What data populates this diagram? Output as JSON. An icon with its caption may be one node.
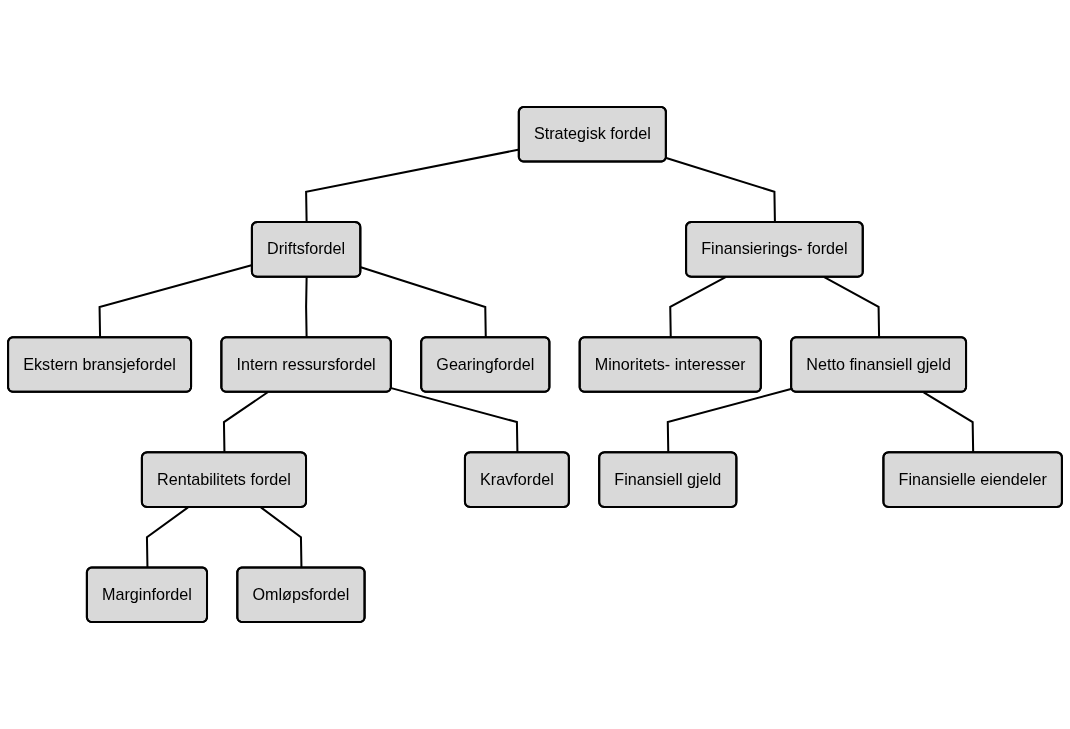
{
  "diagram": {
    "nodes": [
      {
        "text": [
          "Strategisk fordel"
        ]
      },
      {
        "text": [
          "Driftsfordel"
        ]
      },
      {
        "text": [
          "Finansierings- fordel"
        ]
      },
      {
        "text": [
          "Ekstern bransjefordel"
        ]
      },
      {
        "text": [
          "Intern ressursfordel"
        ]
      },
      {
        "text": [
          "Gearingfordel"
        ]
      },
      {
        "text": [
          "Minoritets- interesser"
        ]
      },
      {
        "text": [
          "Netto finansiell gjeld"
        ]
      },
      {
        "text": [
          "Rentabilitets fordel"
        ]
      },
      {
        "text": [
          "Kravfordel"
        ]
      },
      {
        "text": [
          "Finansiell gjeld"
        ]
      },
      {
        "text": [
          "Finansielle eiendeler"
        ]
      },
      {
        "text": [
          "Marginfordel"
        ]
      },
      {
        "text": [
          "Omløpsfordel"
        ]
      }
    ],
    "edges": [
      {
        "from": 0,
        "to": 1,
        "arrow": "none"
      },
      {
        "from": 0,
        "to": 2,
        "arrow": "none"
      },
      {
        "from": 1,
        "to": 3,
        "arrow": "none"
      },
      {
        "from": 1,
        "to": 4,
        "arrow": "none"
      },
      {
        "from": 1,
        "to": 5,
        "arrow": "none"
      },
      {
        "from": 2,
        "to": 6,
        "arrow": "none"
      },
      {
        "from": 2,
        "to": 7,
        "arrow": "none"
      },
      {
        "from": 4,
        "to": 8,
        "arrow": "none"
      },
      {
        "from": 4,
        "to": 9,
        "arrow": "none"
      },
      {
        "from": 7,
        "to": 10,
        "arrow": "none"
      },
      {
        "from": 7,
        "to": 11,
        "arrow": "none"
      },
      {
        "from": 8,
        "to": 12,
        "arrow": "none"
      },
      {
        "from": 8,
        "to": 13,
        "arrow": "none"
      }
    ]
  }
}
